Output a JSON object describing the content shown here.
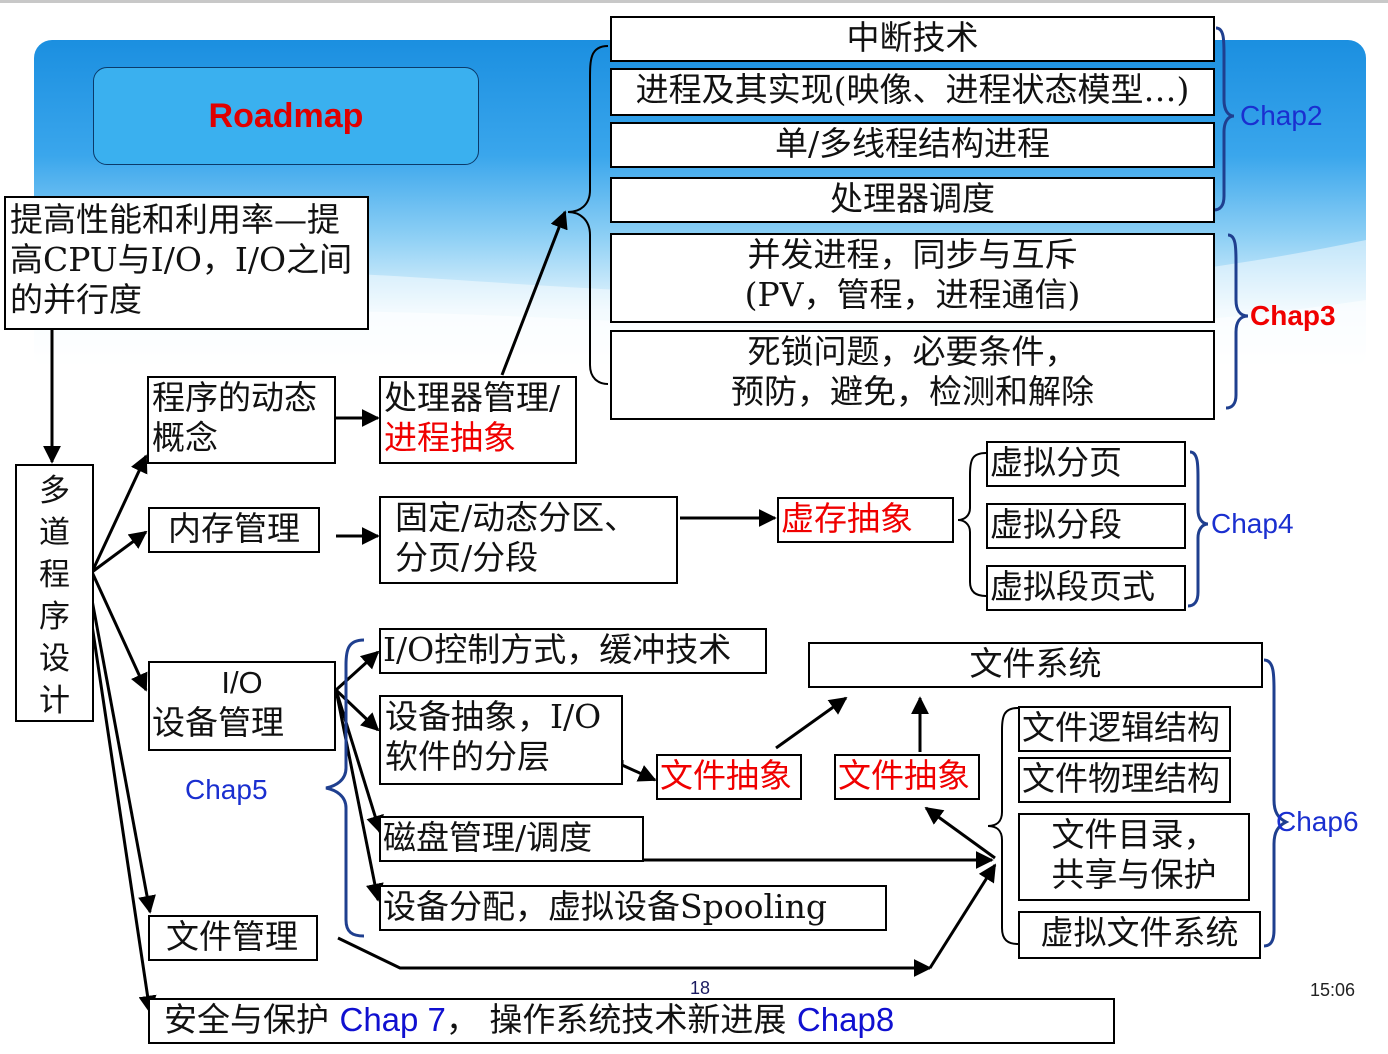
{
  "title": "Roadmap",
  "goal_box": "提高性能和利用率—提高CPU与I/O，I/O之间的并行度",
  "root_box": "多道程序设计",
  "cpu_branch": {
    "dynamic_concept": "程序的动态概念",
    "processor_mgmt": "处理器管理/",
    "process_abstraction": "进程抽象",
    "items": [
      "中断技术",
      "进程及其实现(映像、进程状态模型…)",
      "单/多线程结构进程",
      "处理器调度",
      "并发进程，同步与互斥",
      "(PV，管程，进程通信)",
      "死锁问题，必要条件，",
      "预防，避免，检测和解除"
    ],
    "chap2": "Chap2",
    "chap3": "Chap3"
  },
  "memory_branch": {
    "memory_mgmt": "内存管理",
    "partition": "固定/动态分区、",
    "paging": "分页/分段",
    "virtual_abstraction": "虚存抽象",
    "items": [
      "虚拟分页",
      "虚拟分段",
      "虚拟段页式"
    ],
    "chap4": "Chap4"
  },
  "io_branch": {
    "io_label": "I/O",
    "device_mgmt": "设备管理",
    "io_control": "I/O控制方式，缓冲技术",
    "device_abstraction_1": "设备抽象，I/O",
    "device_abstraction_2": "软件的分层",
    "disk": "磁盘管理/调度",
    "spooling": "设备分配，虚拟设备Spooling",
    "chap5": "Chap5"
  },
  "file_branch": {
    "file_mgmt": "文件管理",
    "file_system": "文件系统",
    "file_abstraction": "文件抽象",
    "items": [
      "文件逻辑结构",
      "文件物理结构",
      "文件目录，",
      "共享与保护",
      "虚拟文件系统"
    ],
    "chap6": "Chap6"
  },
  "bottom": {
    "security": "安全与保护",
    "chap7": "Chap 7",
    "sep": "，",
    "advances": "操作系统技术新进展",
    "chap8": "Chap8"
  },
  "page_number": "18",
  "time": "15:06",
  "colors": {
    "highlight_red": "#f00000",
    "chap_blue": "#1a2fd0",
    "bracket_navy": "#1f3f8f"
  }
}
